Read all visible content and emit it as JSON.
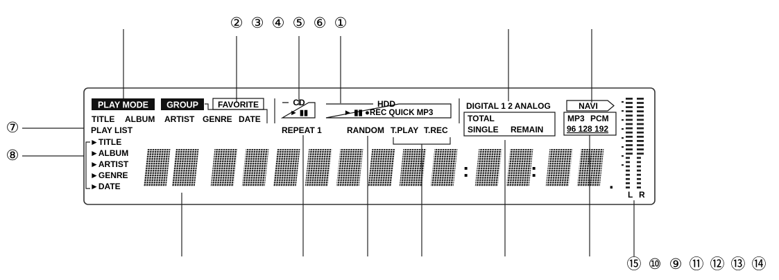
{
  "callouts": {
    "top": [
      "②",
      "③",
      "④",
      "⑤",
      "⑥",
      "①"
    ],
    "left": [
      "⑦",
      "⑧"
    ],
    "bottom": [
      "⑮",
      "⑩",
      "⑨",
      "⑪",
      "⑫",
      "⑬",
      "⑭"
    ]
  },
  "display": {
    "play_mode": "PLAY MODE",
    "group": "GROUP",
    "favorite": "FAVORITE",
    "title": "TITLE",
    "album": "ALBUM",
    "artist": "ARTIST",
    "genre": "GENRE",
    "date": "DATE",
    "play_list": "PLAY LIST",
    "cd": "CD",
    "cd_controls": "► ▮▮",
    "repeat": "REPEAT 1",
    "hdd": "HDD",
    "hdd_controls": "► ▮▮ ●REC QUICK MP3",
    "random": "RANDOM",
    "tplay": "T.PLAY",
    "trec": "T.REC",
    "digital": "DIGITAL 1 2 ANALOG",
    "total": "TOTAL",
    "single": "SINGLE",
    "remain": "REMAIN",
    "navi": "NAVI",
    "mp3": "MP3",
    "pcm": "PCM",
    "rates": "96 128 192",
    "L": "L",
    "R": "R",
    "list_items": [
      "TITLE",
      "ALBUM",
      "ARTIST",
      "GENRE",
      "DATE"
    ],
    "colon": ":",
    "dot": "."
  }
}
